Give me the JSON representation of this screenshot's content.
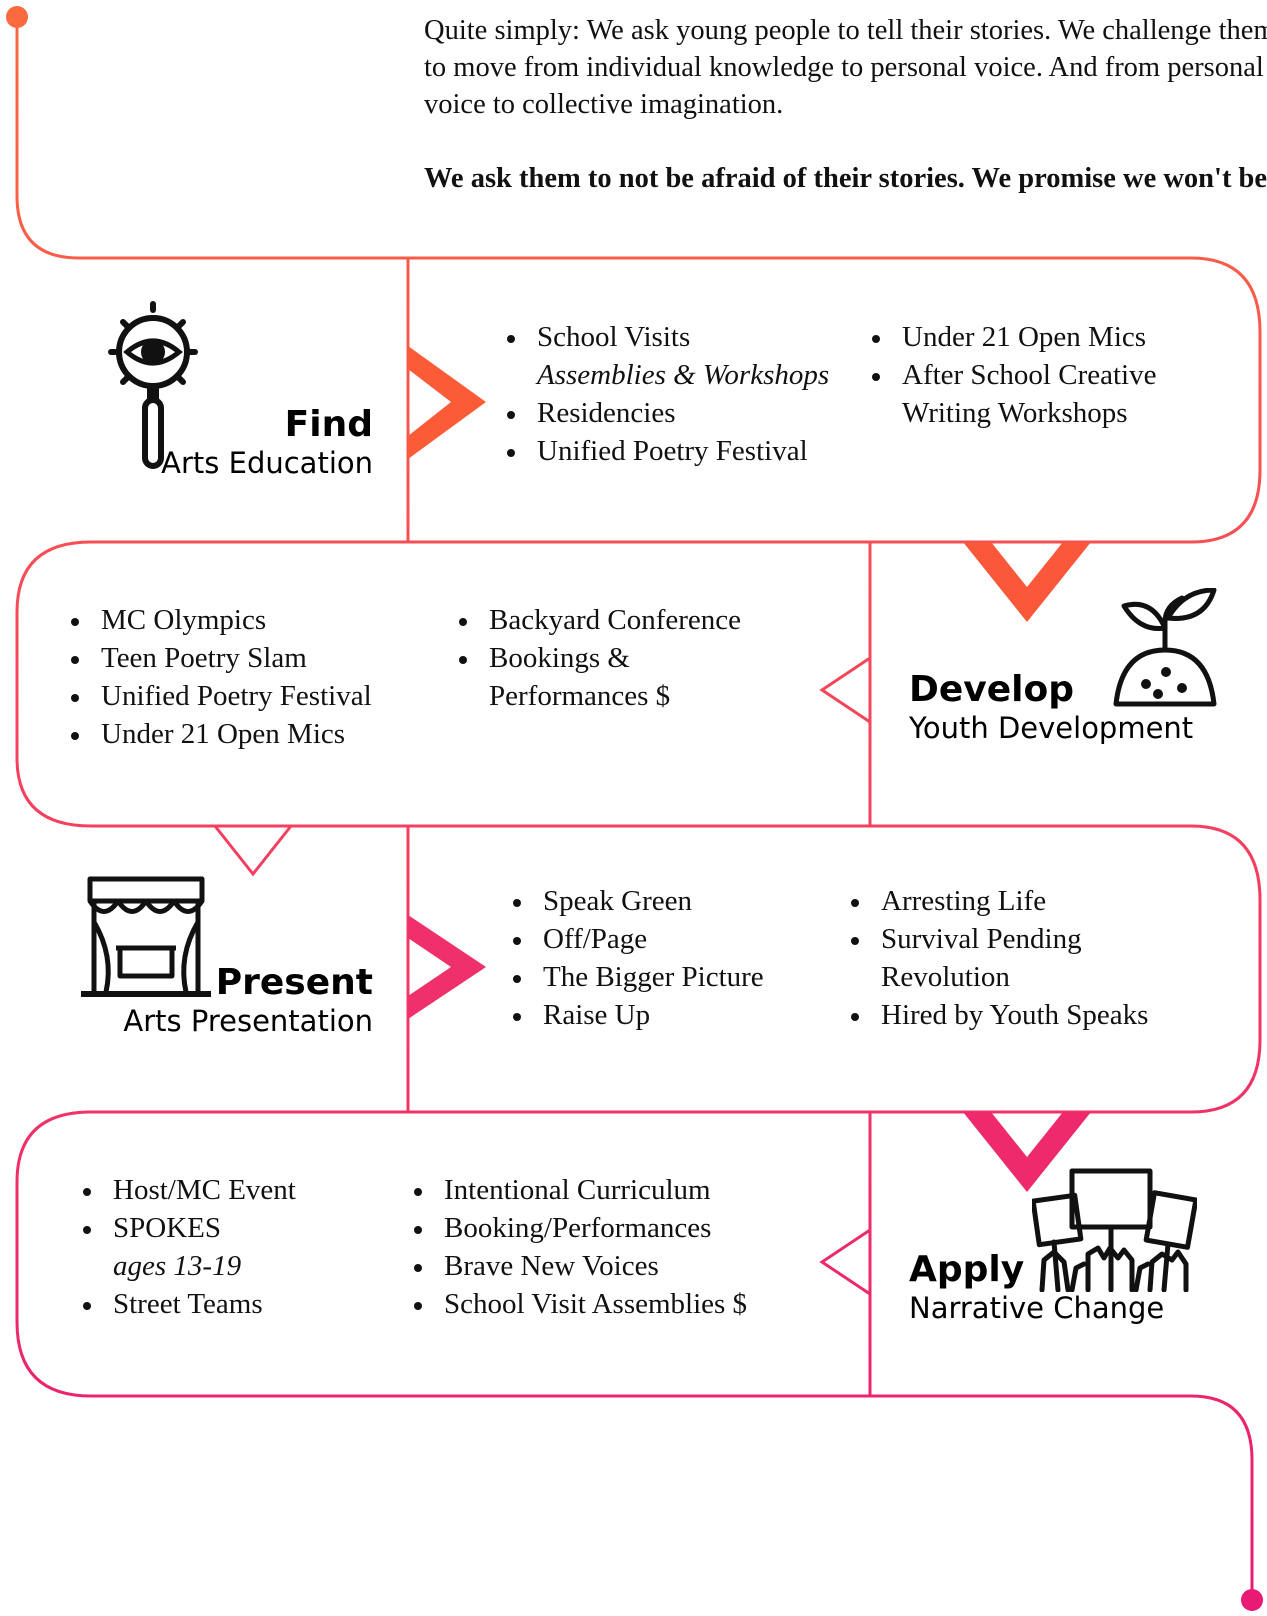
{
  "intro": {
    "paragraph": "Quite simply: We ask young people to tell their stories. We challenge them to move from individual knowledge to personal voice. And from personal voice to collective imagination.",
    "lead": "We ask them to not be afraid of their stories. We promise we won't be."
  },
  "stages": [
    {
      "title": "Find",
      "subtitle": "Arts Education",
      "icon": "magnifier-eye-icon",
      "columns": [
        [
          {
            "text": "School Visits",
            "note": "Assemblies & Workshops"
          },
          {
            "text": "Residencies"
          },
          {
            "text": "Unified Poetry Festival"
          }
        ],
        [
          {
            "text": "Under 21 Open Mics"
          },
          {
            "text": "After School Creative Writing Workshops"
          }
        ]
      ]
    },
    {
      "title": "Develop",
      "subtitle": "Youth Development",
      "icon": "sprout-icon",
      "columns": [
        [
          {
            "text": "MC Olympics"
          },
          {
            "text": "Teen Poetry Slam"
          },
          {
            "text": "Unified Poetry Festival"
          },
          {
            "text": "Under 21 Open Mics"
          }
        ],
        [
          {
            "text": "Backyard Conference"
          },
          {
            "text": "Bookings & Performances $"
          }
        ]
      ]
    },
    {
      "title": "Present",
      "subtitle": "Arts Presentation",
      "icon": "stage-curtain-icon",
      "columns": [
        [
          {
            "text": "Speak Green"
          },
          {
            "text": "Off/Page"
          },
          {
            "text": "The Bigger Picture"
          },
          {
            "text": "Raise Up"
          }
        ],
        [
          {
            "text": "Arresting Life"
          },
          {
            "text": "Survival Pending Revolution"
          },
          {
            "text": "Hired by Youth Speaks"
          }
        ]
      ]
    },
    {
      "title": "Apply",
      "subtitle": "Narrative Change",
      "icon": "protest-signs-icon",
      "columns": [
        [
          {
            "text": "Host/MC Event"
          },
          {
            "text": "SPOKES",
            "note": "ages 13-19"
          },
          {
            "text": "Street Teams"
          }
        ],
        [
          {
            "text": "Intentional Curriculum"
          },
          {
            "text": "Booking/Performances"
          },
          {
            "text": "Brave New Voices"
          },
          {
            "text": "School Visit Assemblies $"
          }
        ]
      ]
    }
  ],
  "colors": {
    "top": "#fb6a3f",
    "middle": "#f5405f",
    "bottom": "#e81a73",
    "icon": "#111111"
  }
}
